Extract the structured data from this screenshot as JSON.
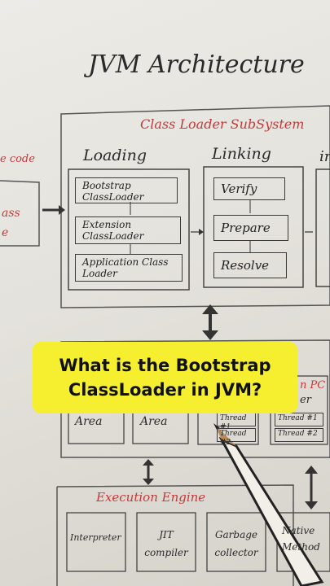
{
  "diagram": {
    "title": "JVM Architecture",
    "class_loader_subsystem": "Class Loader SubSystem",
    "left_box_top": "e code",
    "left_box_lines": [
      "ass",
      "e"
    ],
    "loading": {
      "label": "Loading",
      "items": [
        "Bootstrap ClassLoader",
        "Extension ClassLoader",
        "Application Class Loader"
      ]
    },
    "linking": {
      "label": "Linking",
      "items": [
        "Verify",
        "Prepare",
        "Resolve"
      ]
    },
    "initialization_partial": "in",
    "runtime_area": {
      "cells": [
        "Area",
        "Area"
      ],
      "pc_partial_top": "n PC",
      "pc_partial_bottom": "er",
      "thread_cells": [
        "Thread #1",
        "Thread #1",
        "Thread #2",
        "Thread #2"
      ]
    },
    "execution_engine": {
      "label": "Execution Engine",
      "items": [
        "Interpreter",
        "JIT compiler",
        "Garbage collector",
        "Native Method"
      ]
    }
  },
  "banner": {
    "line1": "What is the Bootstrap",
    "line2": "ClassLoader in JVM?",
    "background": "#f6ef2f"
  }
}
